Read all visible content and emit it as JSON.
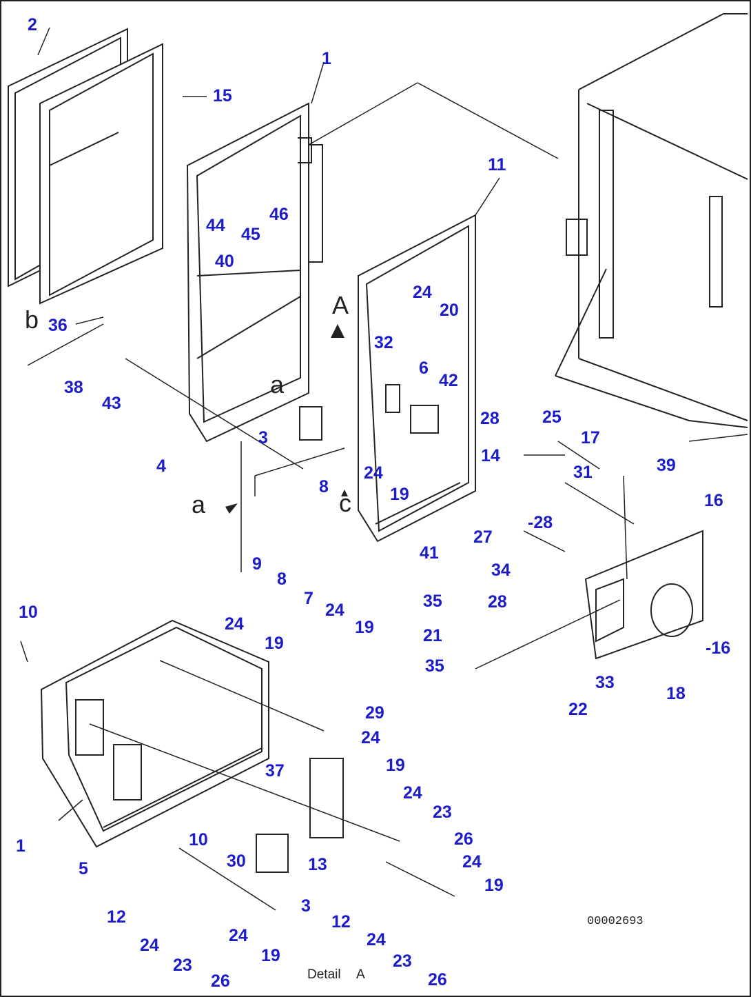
{
  "diagram": {
    "drawing_number": "00002693",
    "detail_caption": "Detail",
    "detail_letter": "A",
    "view_marks": {
      "a1": "a",
      "a2": "a",
      "b": "b",
      "c": "c",
      "A": "A"
    },
    "callouts": {
      "c2": "2",
      "c15": "15",
      "c1a": "1",
      "c44": "44",
      "c45": "45",
      "c46": "46",
      "c40": "40",
      "c36": "36",
      "c38": "38",
      "c43": "43",
      "c4": "4",
      "c3a": "3",
      "c8a": "8",
      "c8b": "8",
      "c9": "9",
      "c7": "7",
      "c24a": "24",
      "c19a": "19",
      "c24b": "24",
      "c19b": "19",
      "c11": "11",
      "c24c": "24",
      "c20": "20",
      "c32": "32",
      "c6": "6",
      "c42": "42",
      "c24d": "24",
      "c19c": "19",
      "c41": "41",
      "c14": "14",
      "c28a": "28",
      "c25": "25",
      "c27": "27",
      "c28b": "-28",
      "c34": "34",
      "c28c": "28",
      "c35a": "35",
      "c21": "21",
      "c35b": "35",
      "c17": "17",
      "c31": "31",
      "c39": "39",
      "c16a": "16",
      "c16b": "-16",
      "c33": "33",
      "c22": "22",
      "c18": "18",
      "c10a": "10",
      "c1b": "1",
      "c29": "29",
      "c24e": "24",
      "c37": "37",
      "c19d": "19",
      "c24f": "24",
      "c23a": "23",
      "c26a": "26",
      "c10b": "10",
      "c30": "30",
      "c13": "13",
      "c24g": "24",
      "c19e": "19",
      "c5": "5",
      "c12a": "12",
      "c24h": "24",
      "c23b": "23",
      "c26b": "26",
      "c3b": "3",
      "c24i": "24",
      "c19f": "19",
      "c12b": "12",
      "c24j": "24",
      "c23c": "23",
      "c26c": "26"
    }
  }
}
